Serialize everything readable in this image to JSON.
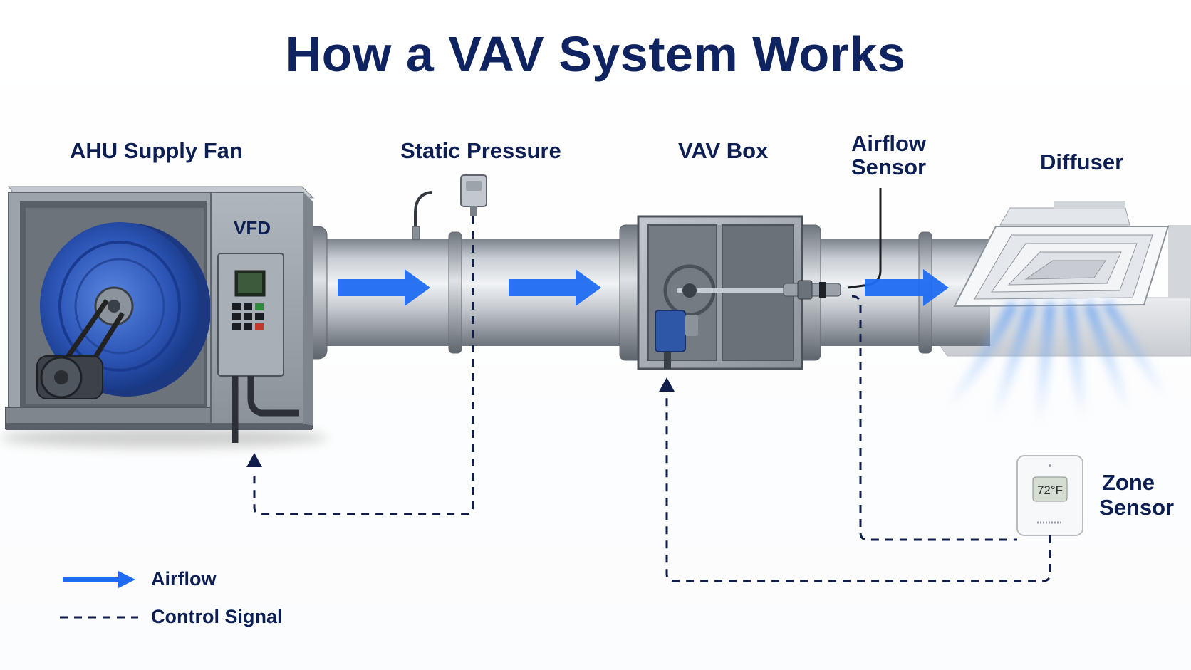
{
  "title": "How a VAV System Works",
  "labels": {
    "ahu_supply_fan": "AHU Supply Fan",
    "static_pressure": "Static Pressure",
    "vav_box": "VAV Box",
    "airflow_sensor_line1": "Airflow",
    "airflow_sensor_line2": "Sensor",
    "diffuser": "Diffuser",
    "vfd": "VFD",
    "zone_sensor_line1": "Zone",
    "zone_sensor_line2": "Sensor"
  },
  "thermostat": {
    "display_value": "72°F"
  },
  "legend": {
    "airflow": "Airflow",
    "control_signal": "Control Signal"
  },
  "colors": {
    "title": "#0f2361",
    "label": "#0d1f52",
    "airflow_arrow": "#1f6bf2",
    "control_line": "#101c4a",
    "fan_blue": "#2d55b8",
    "duct_steel": "#b8bec6"
  },
  "icons": {
    "airflow": "arrow-right-icon",
    "control": "dashed-line-icon"
  }
}
